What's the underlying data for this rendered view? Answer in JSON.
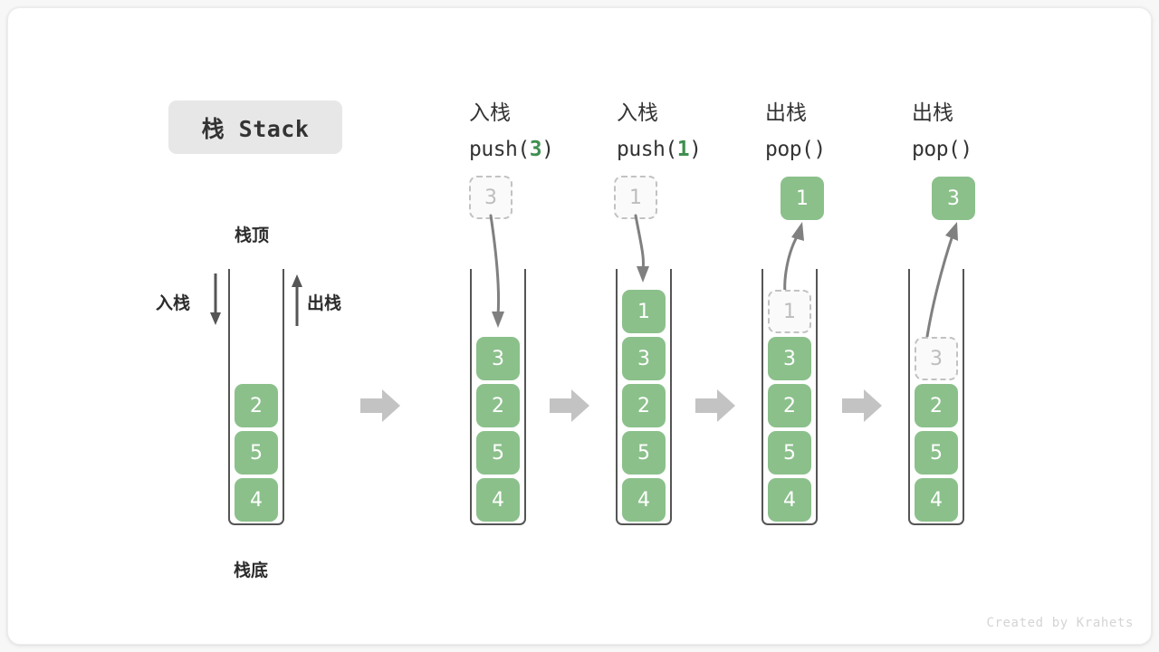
{
  "title": {
    "text": "栈 Stack"
  },
  "left_stack": {
    "top_label": "栈顶",
    "bottom_label": "栈底",
    "push_label": "入栈",
    "pop_label": "出栈",
    "items": [
      "2",
      "5",
      "4"
    ]
  },
  "columns": [
    {
      "id": "push-3",
      "cn": "入栈",
      "fn_prefix": "push(",
      "arg": "3",
      "fn_suffix": ")",
      "incoming": {
        "value": "3",
        "state": "ghost"
      },
      "items": [
        {
          "value": "3",
          "state": "filled"
        },
        {
          "value": "2",
          "state": "filled"
        },
        {
          "value": "5",
          "state": "filled"
        },
        {
          "value": "4",
          "state": "filled"
        }
      ]
    },
    {
      "id": "push-1",
      "cn": "入栈",
      "fn_prefix": "push(",
      "arg": "1",
      "fn_suffix": ")",
      "incoming": {
        "value": "1",
        "state": "ghost"
      },
      "items": [
        {
          "value": "1",
          "state": "filled"
        },
        {
          "value": "3",
          "state": "filled"
        },
        {
          "value": "2",
          "state": "filled"
        },
        {
          "value": "5",
          "state": "filled"
        },
        {
          "value": "4",
          "state": "filled"
        }
      ]
    },
    {
      "id": "pop-1",
      "cn": "出栈",
      "fn_prefix": "pop(",
      "arg": "",
      "fn_suffix": ")",
      "outgoing": {
        "value": "1",
        "state": "filled"
      },
      "items": [
        {
          "value": "1",
          "state": "ghost"
        },
        {
          "value": "3",
          "state": "filled"
        },
        {
          "value": "2",
          "state": "filled"
        },
        {
          "value": "5",
          "state": "filled"
        },
        {
          "value": "4",
          "state": "filled"
        }
      ]
    },
    {
      "id": "pop-3",
      "cn": "出栈",
      "fn_prefix": "pop(",
      "arg": "",
      "fn_suffix": ")",
      "outgoing": {
        "value": "3",
        "state": "filled"
      },
      "items": [
        {
          "value": "3",
          "state": "ghost"
        },
        {
          "value": "2",
          "state": "filled"
        },
        {
          "value": "5",
          "state": "filled"
        },
        {
          "value": "4",
          "state": "filled"
        }
      ]
    }
  ],
  "flow_arrows": [
    "arrow-right-icon",
    "arrow-right-icon",
    "arrow-right-icon",
    "arrow-right-icon"
  ],
  "credit": "Created by Krahets",
  "colors": {
    "accent_green": "#8bc08b",
    "accent_green_text": "#3f8f4f",
    "ghost_border": "#c2c2c2",
    "tube_stroke": "#555555",
    "flow_arrow": "#c3c3c3",
    "title_chip_bg": "#e7e7e7"
  }
}
